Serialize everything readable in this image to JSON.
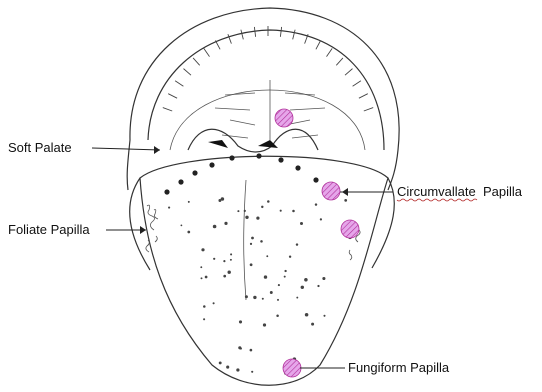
{
  "labels": {
    "soft_palate": "Soft Palate",
    "circumvallate_papilla": "Circumvallate  Papilla",
    "foliate_papilla": "Foliate Papilla",
    "fungiform_papilla": "Fungiform Papilla"
  },
  "colors": {
    "papilla_highlight": "#e6a6ea",
    "papilla_hatch": "#b0309a",
    "spellcheck_underline": "#b02020"
  }
}
